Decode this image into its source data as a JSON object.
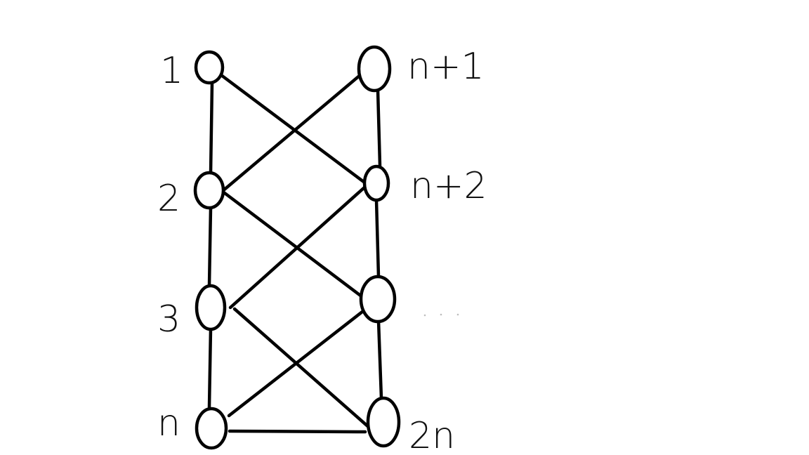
{
  "graph": {
    "nodes": [
      {
        "id": "n1",
        "label": "1"
      },
      {
        "id": "n2",
        "label": "2"
      },
      {
        "id": "n3",
        "label": "3"
      },
      {
        "id": "nn",
        "label": "n"
      },
      {
        "id": "m1",
        "label": "n+1"
      },
      {
        "id": "m2",
        "label": "n+2"
      },
      {
        "id": "m3",
        "label": ""
      },
      {
        "id": "m4",
        "label": "2n"
      }
    ],
    "edges": [
      [
        "n1",
        "n2"
      ],
      [
        "n2",
        "n3"
      ],
      [
        "n3",
        "nn"
      ],
      [
        "m1",
        "m2"
      ],
      [
        "m2",
        "m3"
      ],
      [
        "m3",
        "m4"
      ],
      [
        "n1",
        "m2"
      ],
      [
        "n2",
        "m1"
      ],
      [
        "n2",
        "m3"
      ],
      [
        "n3",
        "m2"
      ],
      [
        "n3",
        "m4"
      ],
      [
        "nn",
        "m3"
      ],
      [
        "nn",
        "m4"
      ]
    ]
  },
  "colors": {
    "stroke": "#000000",
    "background": "#ffffff"
  }
}
